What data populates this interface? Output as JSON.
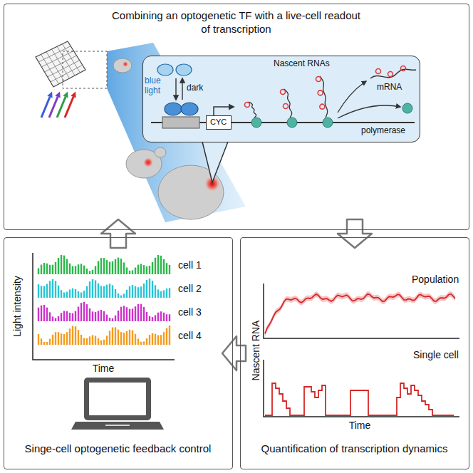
{
  "diagram": {
    "nodes": [
      {
        "text": [
          "Combining an optogenetic TF with a live-cell readout of transcription"
        ]
      },
      {
        "text": [
          "blue light",
          "dark",
          "Nascent RNAs",
          "mRNA",
          "polymerase"
        ],
        "in": 0
      },
      {
        "text": [
          "CYC"
        ],
        "in": 1
      },
      {
        "text": [
          "Singe-cell optogenetic feedback control"
        ]
      },
      {
        "text": [
          "Quantification of transcription dynamics"
        ]
      }
    ],
    "edges": [
      {
        "from": 0,
        "to": 4,
        "arrow": "to"
      },
      {
        "from": 4,
        "to": 3,
        "arrow": "to"
      },
      {
        "from": 3,
        "to": 0,
        "arrow": "to"
      }
    ],
    "labels": [
      "Light intensity",
      "cell 1",
      "cell 2",
      "cell 3",
      "cell 4",
      "Time",
      "Population",
      "Single cell",
      "Nascent RNA",
      "Time"
    ]
  }
}
